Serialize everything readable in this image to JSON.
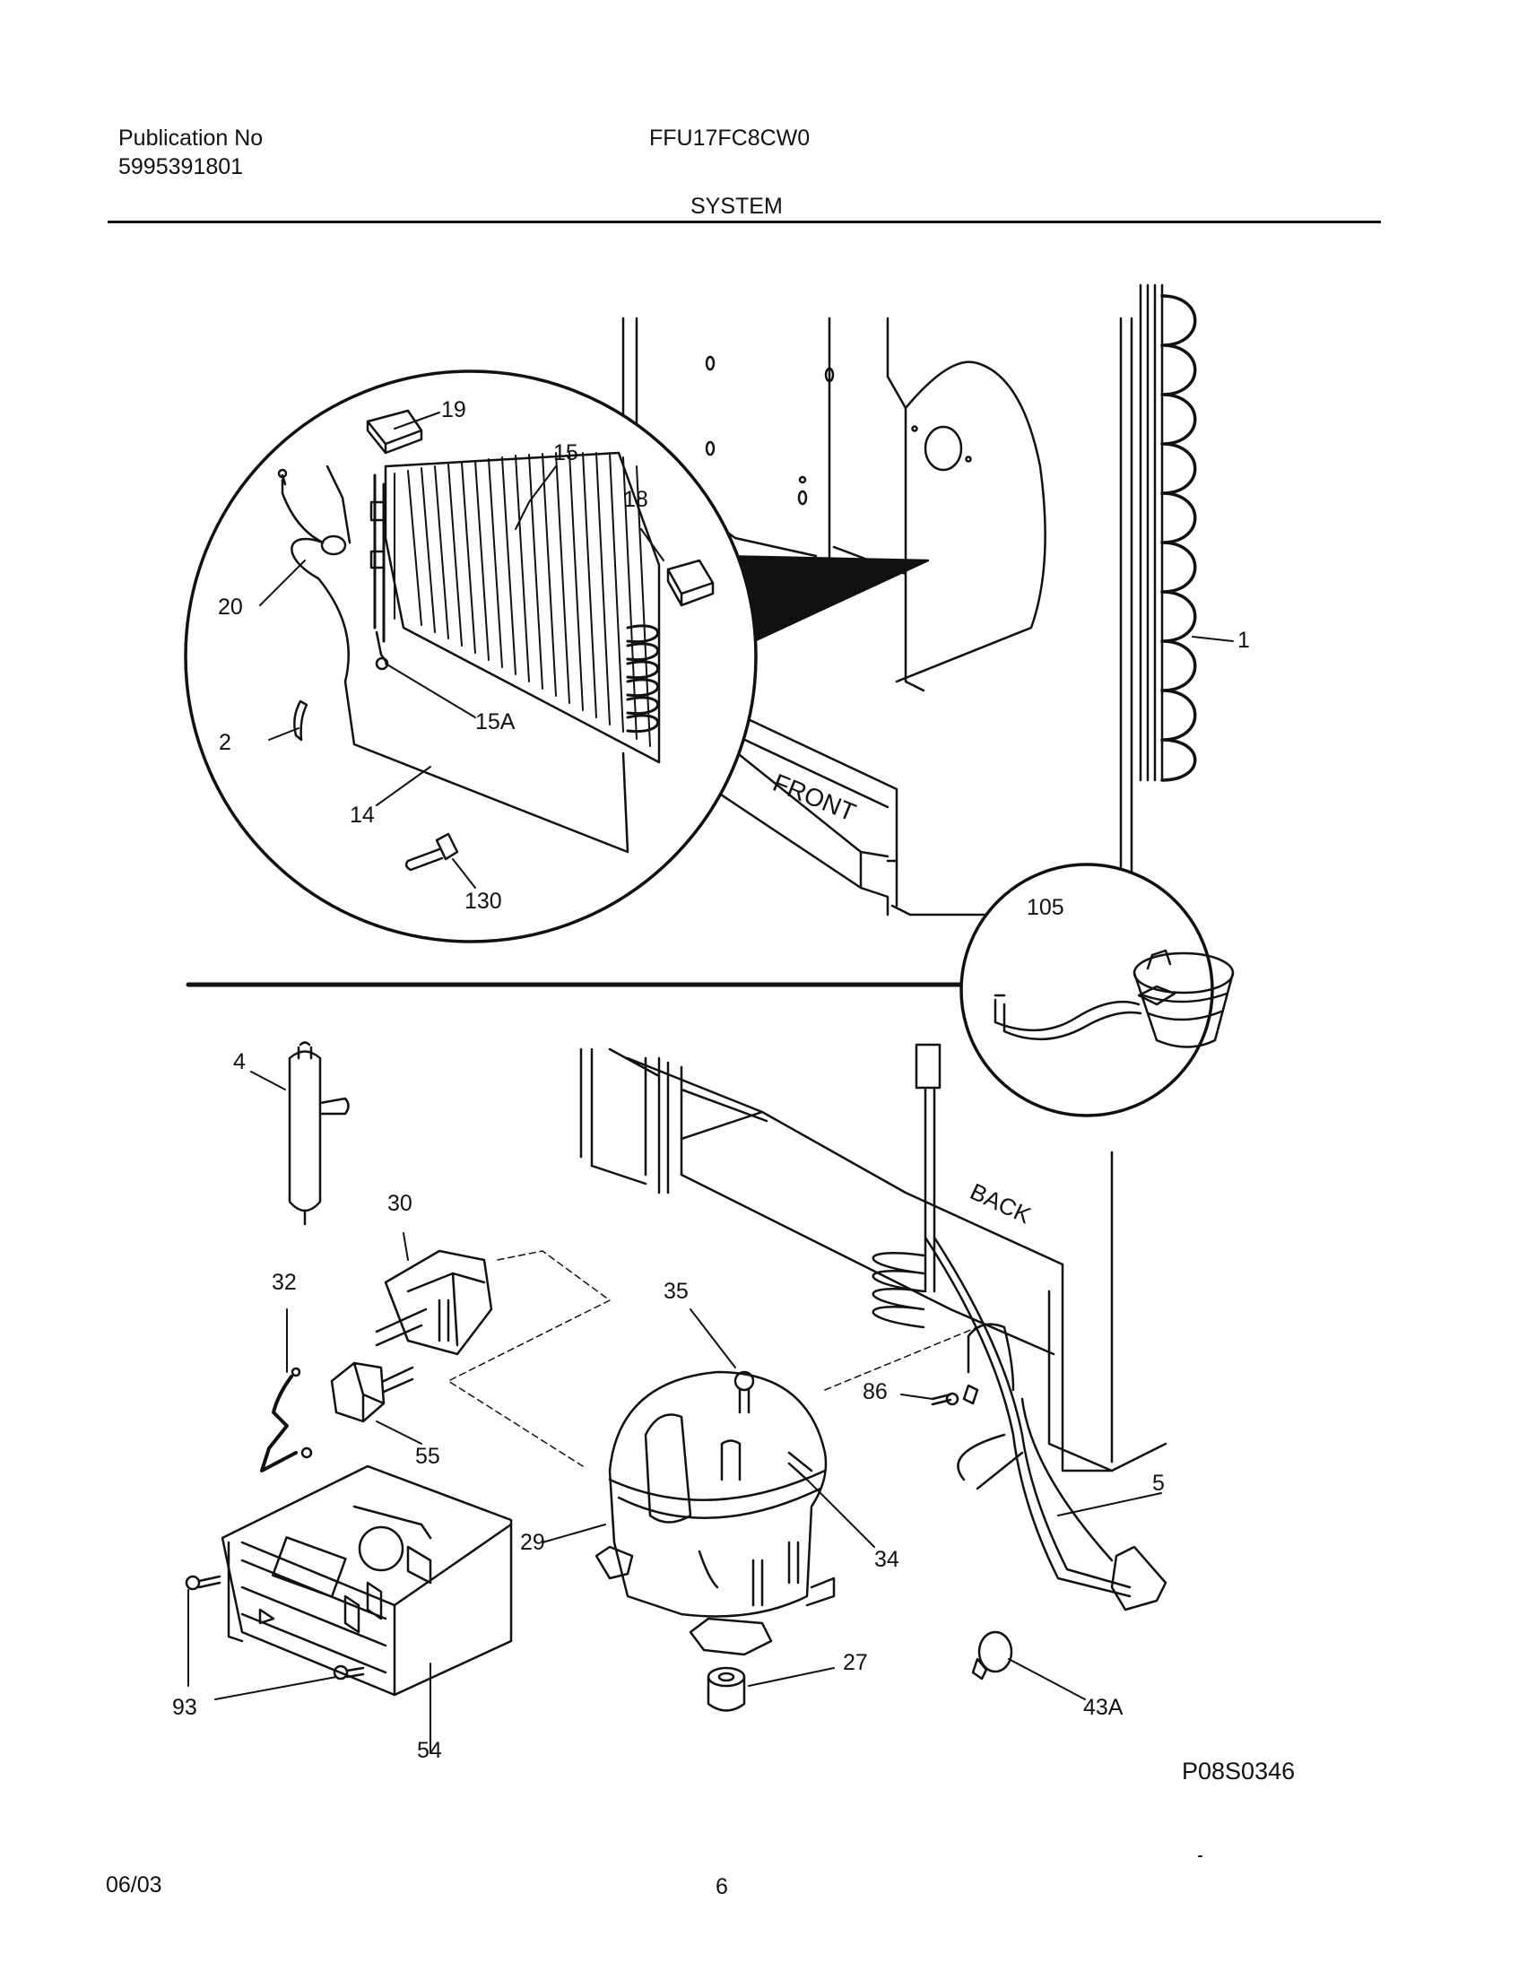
{
  "header": {
    "pub_label": "Publication No",
    "pub_number": "5995391801",
    "model": "FFU17FC8CW0",
    "section": "SYSTEM"
  },
  "diagram": {
    "cabinet_text_front": "FRONT",
    "cabinet_text_back": "BACK",
    "figure_code": "P08S0346",
    "callouts": {
      "c19": "19",
      "c15": "15",
      "c18": "18",
      "c20": "20",
      "c15a": "15A",
      "c2": "2",
      "c14": "14",
      "c130": "130",
      "c1": "1",
      "c105": "105",
      "c4": "4",
      "c30": "30",
      "c32": "32",
      "c35": "35",
      "c86": "86",
      "c55": "55",
      "c5": "5",
      "c29": "29",
      "c34": "34",
      "c93": "93",
      "c27": "27",
      "c43a": "43A",
      "c54": "54"
    }
  },
  "footer": {
    "date": "06/03",
    "page": "6"
  }
}
